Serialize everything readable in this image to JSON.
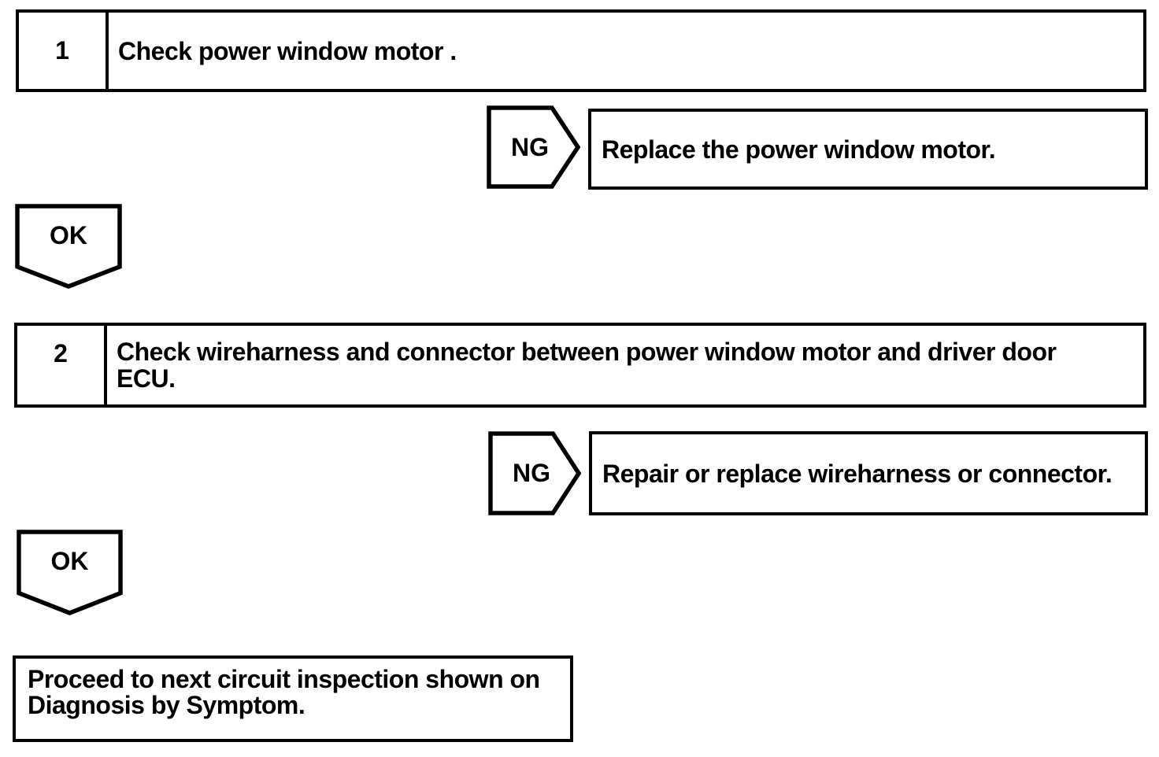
{
  "colors": {
    "ink": "#000000",
    "paper": "#ffffff"
  },
  "flowchart": {
    "steps": [
      {
        "number": "1",
        "instruction_lines": [
          "Check power window motor ."
        ],
        "ng_label": "NG",
        "ng_action_lines": [
          "Replace the power window motor."
        ],
        "ok_label": "OK"
      },
      {
        "number": "2",
        "instruction_lines": [
          "Check wireharness and connector between power window motor and driver door",
          "ECU."
        ],
        "ng_label": "NG",
        "ng_action_lines": [
          "Repair or replace wireharness or connector."
        ],
        "ok_label": "OK"
      }
    ],
    "terminal_lines": [
      "Proceed to next circuit inspection shown on",
      "Diagnosis by Symptom."
    ]
  }
}
